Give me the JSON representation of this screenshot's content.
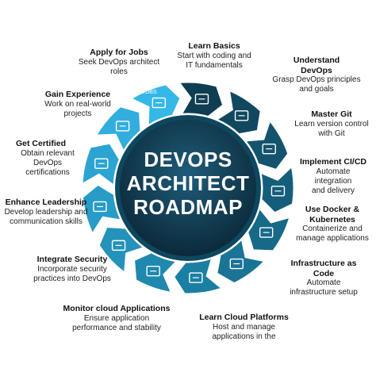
{
  "title": {
    "line1": "DEVOPS",
    "line2": "ARCHITECT",
    "line3": "ROADMAP"
  },
  "colors": {
    "center_dark": "#0b2a3a",
    "center_light": "#1f5c7a",
    "ring_dark": "#0f3d52",
    "ring_mid": "#1b7fa3",
    "ring_light": "#35b7e8",
    "white": "#ffffff"
  },
  "steps": [
    {
      "title": "Learn Basics",
      "desc": "Start with coding and IT fundamentals",
      "icon": "code-screen-icon"
    },
    {
      "title": "Understand DevOps",
      "desc": "Grasp DevOps principles and goals",
      "icon": "code-screen-icon"
    },
    {
      "title": "Master Git",
      "desc": "Learn version control with Git",
      "icon": "git-icon"
    },
    {
      "title": "Implement CI/CD",
      "desc": "Automate integration and delivery",
      "icon": "person-gear-icon"
    },
    {
      "title": "Use Docker & Kubernetes",
      "desc": "Containerize and manage applications",
      "icon": "docker-icon"
    },
    {
      "title": "Infrastructure as Code",
      "desc": "Automate infrastructure setup",
      "icon": "network-icon"
    },
    {
      "title": "Learn Cloud Platforms",
      "desc": "Host and manage applications in the",
      "icon": "cloud-icon"
    },
    {
      "title": "Monitor cloud Applications",
      "desc": "Ensure application performance and stability",
      "icon": "monitor-icon"
    },
    {
      "title": "Integrate Security",
      "desc": "Incorporate security practices into DevOps",
      "icon": "shield-icon"
    },
    {
      "title": "Enhance Leadership",
      "desc": "Develop leadership and communication skills",
      "icon": "team-icon"
    },
    {
      "title": "Get Certified",
      "desc": "Obtain relevant DevOps certifications",
      "icon": "certificate-icon"
    },
    {
      "title": "Gain Experience",
      "desc": "Work on real-world projects",
      "icon": "person-icon"
    },
    {
      "title": "Apply for Jobs",
      "desc": "Seek DevOps architect roles",
      "icon": "jobs-icon"
    }
  ],
  "jobs_badge": "JOBS"
}
